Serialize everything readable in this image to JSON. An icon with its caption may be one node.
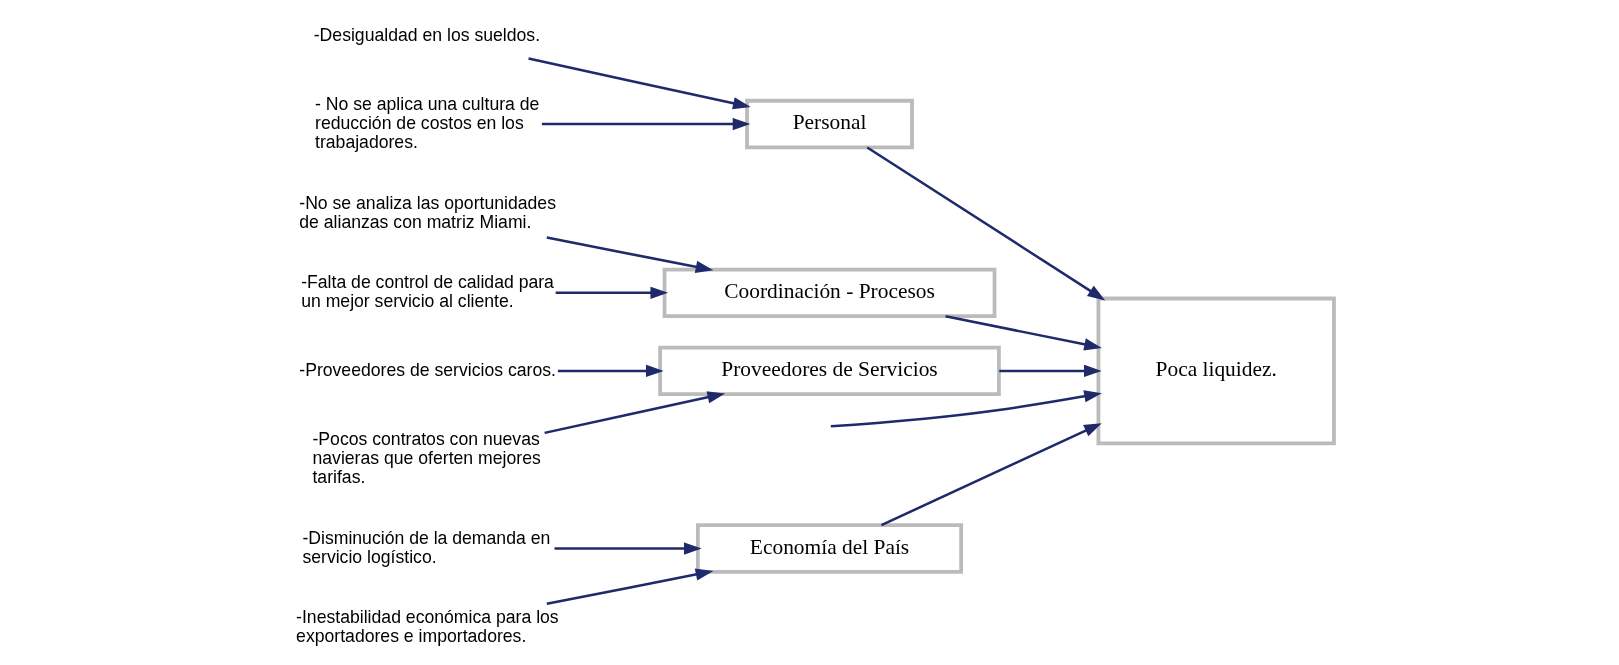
{
  "diagram": {
    "nodes": [
      {
        "text": [
          "Economía del País"
        ]
      },
      {
        "text": [
          "Personal"
        ]
      },
      {
        "text": [
          "-Disminución de la demanda en servicio logístico."
        ]
      },
      {
        "text": [
          "-Desigualdad en los sueldos."
        ]
      },
      {
        "text": [
          "- No se aplica una cultura de reducción de costos en los trabajadores."
        ]
      },
      {
        "text": [
          "-Inestabilidad económica para los exportadores e importadores."
        ]
      },
      {
        "text": [
          "Poca liquidez."
        ]
      },
      {
        "text": [
          "-No se analiza las oportunidades de alianzas con matriz Miami."
        ]
      },
      {
        "text": [
          "-Proveedores de servicios caros."
        ]
      },
      {
        "text": [
          "-Falta de control de calidad para un mejor servicio al cliente."
        ]
      },
      {
        "text": [
          "-Pocos contratos con nuevas navieras que oferten mejores tarifas."
        ]
      },
      {
        "text": [
          "Coordinación - Procesos"
        ]
      },
      {
        "text": [
          "Proveedores de Servicios"
        ]
      }
    ],
    "edges": [
      {
        "from": 2,
        "to": 0,
        "arrow": "to"
      },
      {
        "from": 5,
        "to": 0,
        "arrow": "to"
      },
      {
        "from": 3,
        "to": 1,
        "arrow": "to"
      },
      {
        "from": 4,
        "to": 1,
        "arrow": "to"
      },
      {
        "from": 7,
        "to": 11,
        "arrow": "to"
      },
      {
        "from": 9,
        "to": 11,
        "arrow": "to"
      },
      {
        "from": 8,
        "to": 12,
        "arrow": "to"
      },
      {
        "from": 10,
        "to": 12,
        "arrow": "to"
      },
      {
        "from": null,
        "to": 6,
        "arrow": "to"
      },
      {
        "from": 0,
        "to": 6,
        "arrow": "to"
      },
      {
        "from": 1,
        "to": 6,
        "arrow": "to"
      },
      {
        "from": 11,
        "to": 6,
        "arrow": "to"
      },
      {
        "from": 12,
        "to": 6,
        "arrow": "to"
      }
    ]
  }
}
